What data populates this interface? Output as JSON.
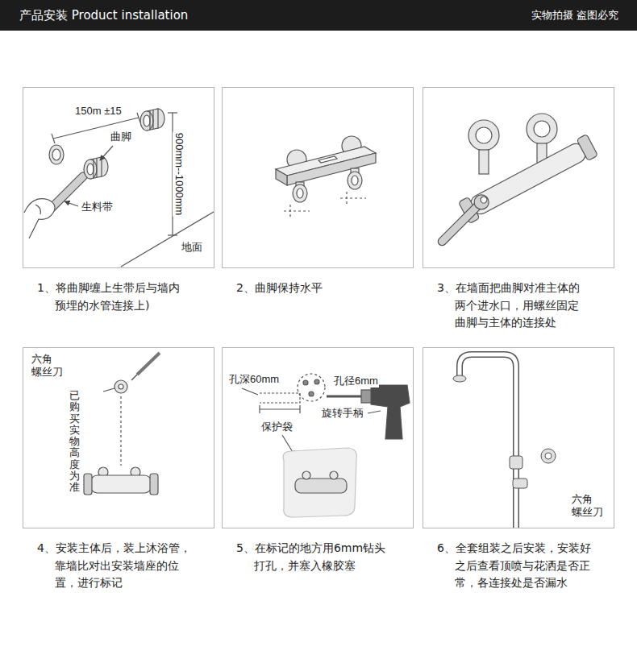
{
  "diagram": {
    "title": "产品安装 Product installation",
    "nodes": [
      {
        "text": [
          "1、将曲脚缠上生带后与墙内 预埋的水管连接上)"
        ]
      },
      {
        "text": [
          "2、曲脚保持水平"
        ]
      },
      {
        "text": [
          "3、在墙面把曲脚对准主体的 两个进水口，用螺丝固定 曲脚与主体的连接处"
        ]
      },
      {
        "text": [
          "4、安装主体后，装上沐浴管， 靠墙比对出安装墙座的位 置，进行标记"
        ]
      },
      {
        "text": [
          "5、在标记的地方用6mm钻头 打孔，并塞入橡胶塞"
        ]
      },
      {
        "text": [
          "6、全套组装之后安装，安装好 之后查看顶喷与花洒是否正 常，各连接处是否漏水"
        ]
      }
    ],
    "labels": [
      "实物拍摄 盗图必究",
      "150m ±15",
      "曲脚",
      "生料带",
      "900mm--1000mm",
      "地面",
      "六角 螺丝刀",
      "已购买实物高度为准",
      "孔深60mm",
      "孔径6mm",
      "旋转手柄",
      "保护袋",
      "六角 螺丝刀"
    ]
  }
}
